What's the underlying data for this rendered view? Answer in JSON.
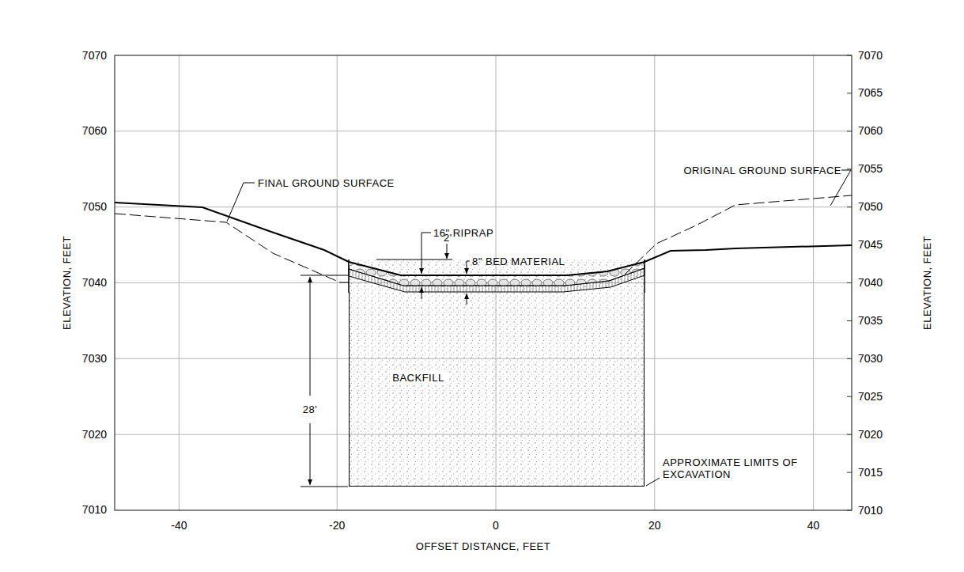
{
  "diagram": {
    "nodes": [
      {
        "text": [
          "BACKFILL"
        ]
      }
    ],
    "labels": [
      "7070",
      "7060",
      "7050",
      "7040",
      "7030",
      "7020",
      "7010",
      "7070",
      "7065",
      "7060",
      "7055",
      "7050",
      "7045",
      "7040",
      "7035",
      "7030",
      "7025",
      "7020",
      "7015",
      "7010",
      "-40",
      "-20",
      "0",
      "20",
      "40",
      "ELEVATION, FEET",
      "ELEVATION, FEET",
      "OFFSET DISTANCE, FEET",
      "FINAL GROUND SURFACE",
      "ORIGINAL GROUND SURFACE",
      "16\" RIPRAP",
      "8\" BED MATERIAL",
      "2'",
      "28'",
      "APPROXIMATE LIMITS OF EXCAVATION"
    ]
  }
}
